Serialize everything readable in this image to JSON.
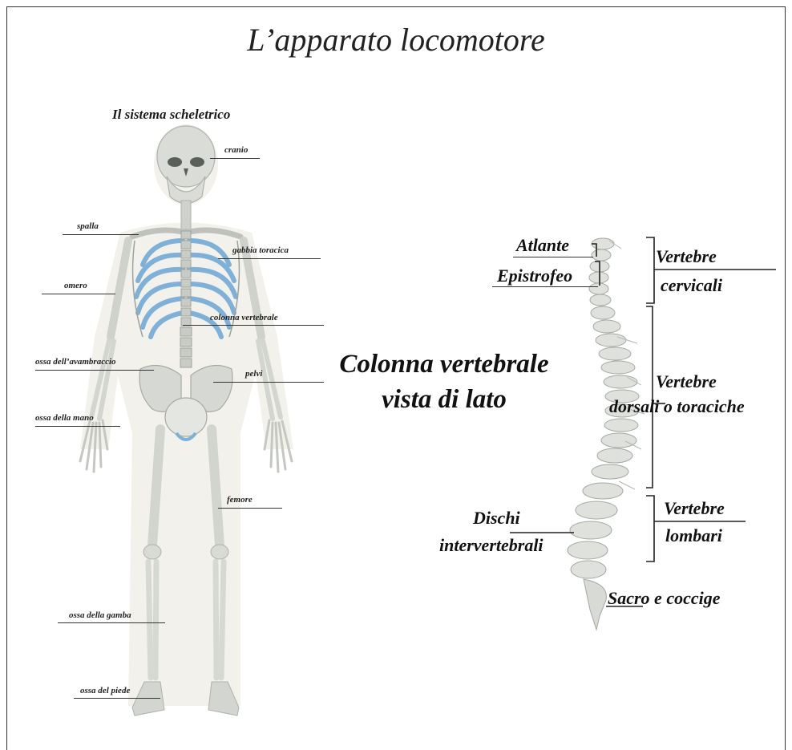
{
  "title": "L’apparato locomotore",
  "skeleton": {
    "heading": "Il sistema scheletrico",
    "labels": {
      "cranio": "cranio",
      "spalla": "spalla",
      "gabbia": "gabbia toracica",
      "omero": "omero",
      "colonna": "colonna vertebrale",
      "avambraccio": "ossa dell’avambraccio",
      "pelvi": "pelvi",
      "mano": "ossa della mano",
      "femore": "femore",
      "gamba": "ossa della gamba",
      "piede": "ossa del piede"
    },
    "colors": {
      "bone": "#d9dcd6",
      "bone_outline": "#b9bdb7",
      "ribs": "#7fb0d8",
      "halo": "#f1efe9"
    }
  },
  "spine": {
    "caption_line1": "Colonna vertebrale",
    "caption_line2": "vista di lato",
    "labels": {
      "atlante": "Atlante",
      "epistrofeo": "Epistrofeo",
      "cervicali_1": "Vertebre",
      "cervicali_2": "cervicali",
      "dorsali_1": "Vertebre",
      "dorsali_2": "dorsali o toraciche",
      "lombari_1": "Vertebre",
      "lombari_2": "lombari",
      "dischi_1": "Dischi",
      "dischi_2": "intervertebrali",
      "sacro": "Sacro e coccige"
    }
  }
}
